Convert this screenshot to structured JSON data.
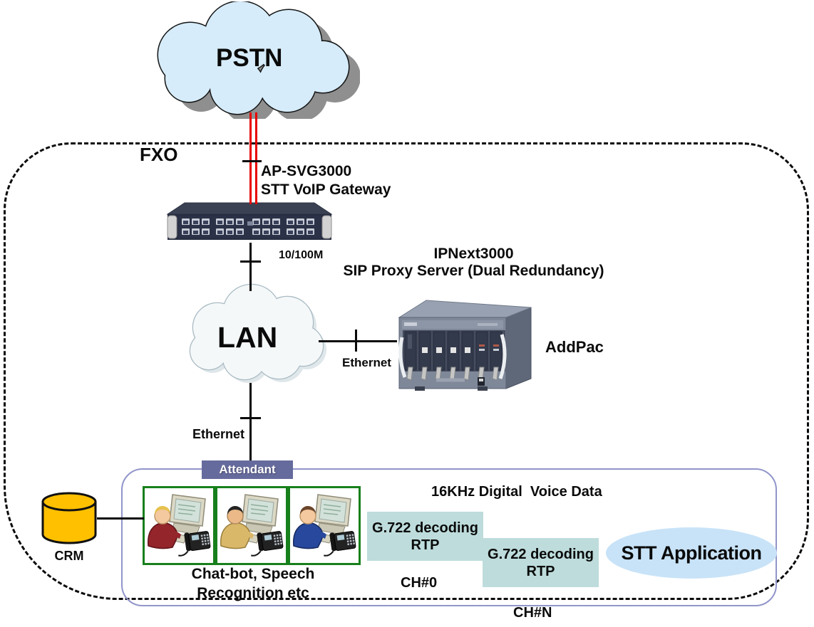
{
  "nodes": {
    "pstn": "PSTN",
    "fxo": "FXO",
    "gateway_name": "AP-SVG3000",
    "gateway_desc": "STT VoIP Gateway",
    "uplink_speed": "10/100M",
    "lan": "LAN",
    "ethernet_to_server": "Ethernet",
    "ethernet_to_attendant": "Ethernet",
    "proxy_name": "IPNext3000",
    "proxy_desc": "SIP Proxy Server (Dual Redundancy)",
    "vendor": "AddPac",
    "attendant": "Attendant",
    "crm": "CRM",
    "agents_caption_line1": "Chat-bot, Speech",
    "agents_caption_line2": "Recognition etc",
    "voice_data": "16KHz Digital  Voice Data",
    "decode1_line1": "G.722 decoding",
    "decode1_line2": "RTP",
    "decode2_line1": "G.722 decoding",
    "decode2_line2": "RTP",
    "ch0": "CH#0",
    "chn": "CH#N",
    "stt_app": "STT Application"
  },
  "colors": {
    "pstn_cloud_fill": "#d6ecfa",
    "cloud_shadow": "#8f8f8f",
    "lan_cloud_fill": "#f5f8f9",
    "fxo_link_red": "#e80000",
    "attendant_fill": "#666b9d",
    "app_container_border": "#9195c9",
    "agent_box_border": "#17801c",
    "decode_box_fill": "#bedcdc",
    "stt_ellipse_fill": "#c8e3f8",
    "crm_fill": "#ffc000",
    "line_black": "#0a0a0a"
  }
}
